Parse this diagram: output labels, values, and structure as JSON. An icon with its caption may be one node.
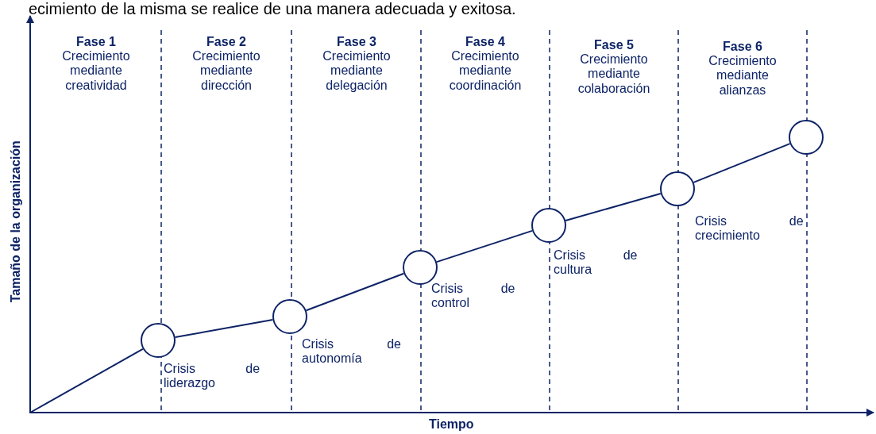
{
  "diagram": {
    "nodes": [
      {
        "text": [],
        "shape": "circle"
      },
      {
        "text": [],
        "shape": "circle"
      },
      {
        "text": [],
        "shape": "circle"
      },
      {
        "text": [],
        "shape": "circle"
      },
      {
        "text": [],
        "shape": "circle"
      },
      {
        "text": [],
        "shape": "circle"
      }
    ],
    "edges": [
      {
        "from": null,
        "to": 0,
        "arrow": "none"
      },
      {
        "from": 0,
        "to": 1,
        "arrow": "none"
      },
      {
        "from": 1,
        "to": 2,
        "arrow": "none"
      },
      {
        "from": 2,
        "to": 3,
        "arrow": "none"
      },
      {
        "from": 3,
        "to": 4,
        "arrow": "none"
      },
      {
        "from": 4,
        "to": 5,
        "arrow": "none"
      }
    ],
    "labels": [
      "ecimiento de la misma se realice de una manera adecuada y exitosa.",
      "Fase 1",
      "Crecimiento mediante creatividad",
      "Fase 2",
      "Crecimiento mediante dirección",
      "Fase 3",
      "Crecimiento mediante delegación",
      "Fase 4",
      "Crecimiento mediante coordinación",
      "Fase 5",
      "Crecimiento mediante colaboración",
      "Fase 6",
      "Crecimiento mediante alianzas",
      "Tamaño de la organización",
      "Crisis de crecimiento",
      "Crisis de cultura",
      "Crisis de control",
      "Crisis de autonomía",
      "Crisis de liderazgo",
      "Tiempo"
    ]
  }
}
